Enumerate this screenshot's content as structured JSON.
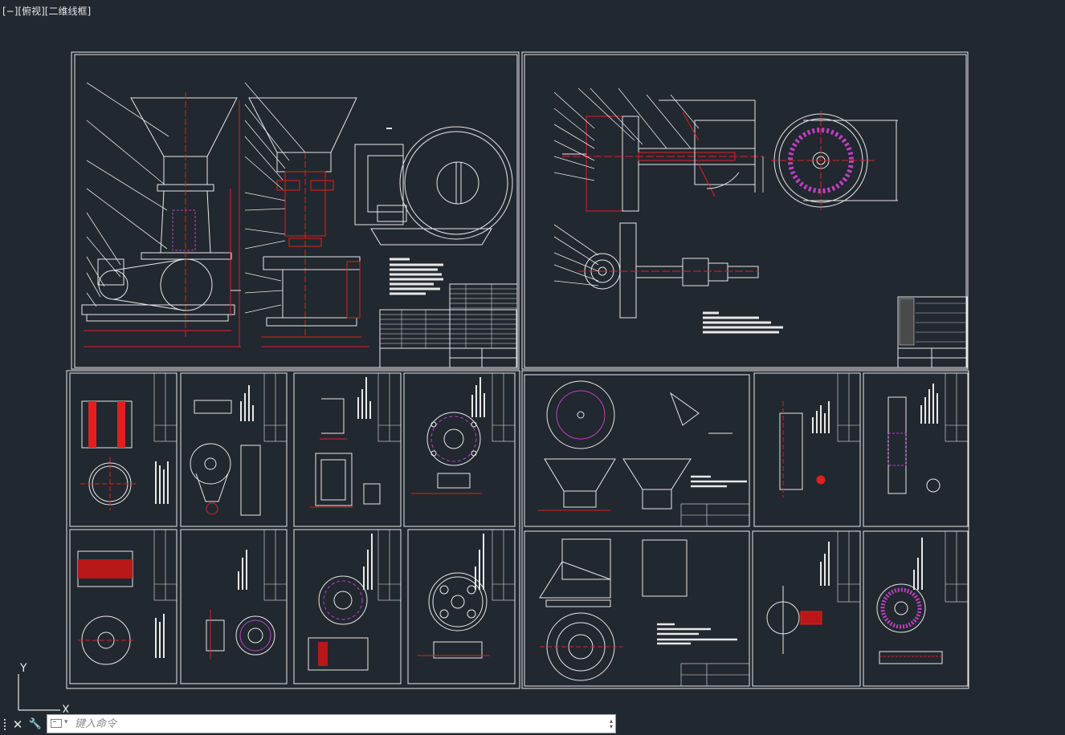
{
  "viewport": {
    "label": "[−][俯视][二维线框]"
  },
  "ucs": {
    "y_label": "Y",
    "x_label": "X"
  },
  "command_line": {
    "placeholder": "键入命令",
    "close_symbol": "✕",
    "customize_symbol": "🔧"
  },
  "colors": {
    "background": "#212830",
    "line_white": "#e8e8e8",
    "line_red": "#e02020",
    "line_magenta": "#c040c0",
    "line_yellow": "#d8d040"
  }
}
